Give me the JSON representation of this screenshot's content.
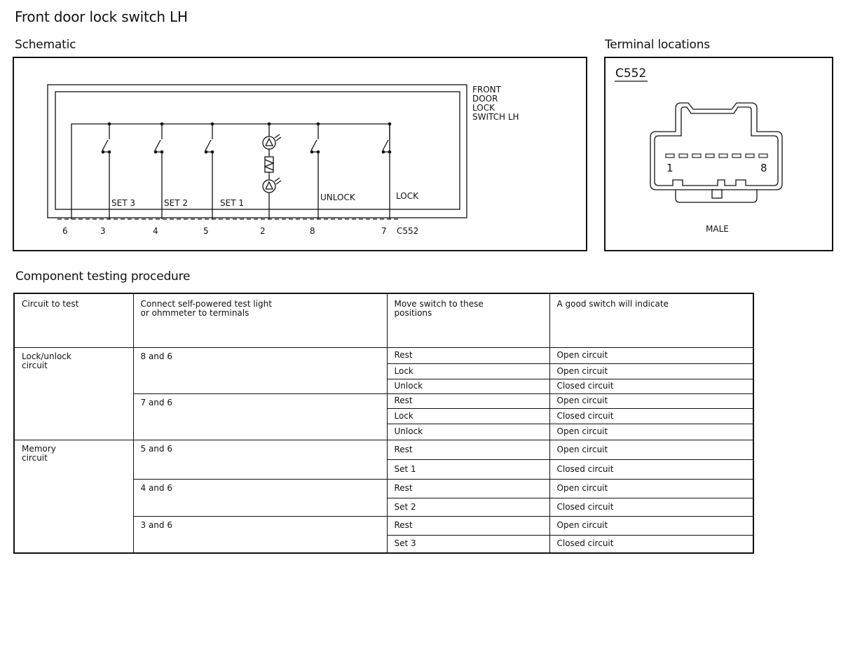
{
  "page_title": "Front door lock switch LH",
  "schematic": {
    "heading": "Schematic",
    "component_label_lines": [
      "FRONT",
      "DOOR",
      "LOCK",
      "SWITCH LH"
    ],
    "switch_labels": [
      "SET 3",
      "SET 2",
      "SET 1",
      "UNLOCK",
      "LOCK"
    ],
    "pins": [
      "6",
      "3",
      "4",
      "5",
      "2",
      "8",
      "7"
    ],
    "connector": "C552"
  },
  "terminal_locations": {
    "heading": "Terminal locations",
    "connector": "C552",
    "pin_first": "1",
    "pin_last": "8",
    "gender": "MALE"
  },
  "procedure": {
    "heading": "Component testing procedure",
    "columns": [
      "Circuit to test",
      "Connect self-powered test light or ohmmeter to terminals",
      "Move switch to these positions",
      "A good switch will indicate"
    ],
    "groups": [
      {
        "circuit": "Lock/unlock circuit",
        "tests": [
          {
            "terminals": "8 and 6",
            "rows": [
              {
                "position": "Rest",
                "result": "Open circuit"
              },
              {
                "position": "Lock",
                "result": "Open circuit"
              },
              {
                "position": "Unlock",
                "result": "Closed circuit"
              }
            ]
          },
          {
            "terminals": "7 and 6",
            "rows": [
              {
                "position": "Rest",
                "result": "Open circuit"
              },
              {
                "position": "Lock",
                "result": "Closed circuit"
              },
              {
                "position": "Unlock",
                "result": "Open circuit"
              }
            ]
          }
        ]
      },
      {
        "circuit": "Memory circuit",
        "tests": [
          {
            "terminals": "5 and 6",
            "rows": [
              {
                "position": "Rest",
                "result": "Open circuit"
              },
              {
                "position": "Set 1",
                "result": "Closed circuit"
              }
            ]
          },
          {
            "terminals": "4 and 6",
            "rows": [
              {
                "position": "Rest",
                "result": "Open circuit"
              },
              {
                "position": "Set 2",
                "result": "Closed circuit"
              }
            ]
          },
          {
            "terminals": "3 and 6",
            "rows": [
              {
                "position": "Rest",
                "result": "Open circuit"
              },
              {
                "position": "Set 3",
                "result": "Closed circuit"
              }
            ]
          }
        ]
      }
    ]
  }
}
